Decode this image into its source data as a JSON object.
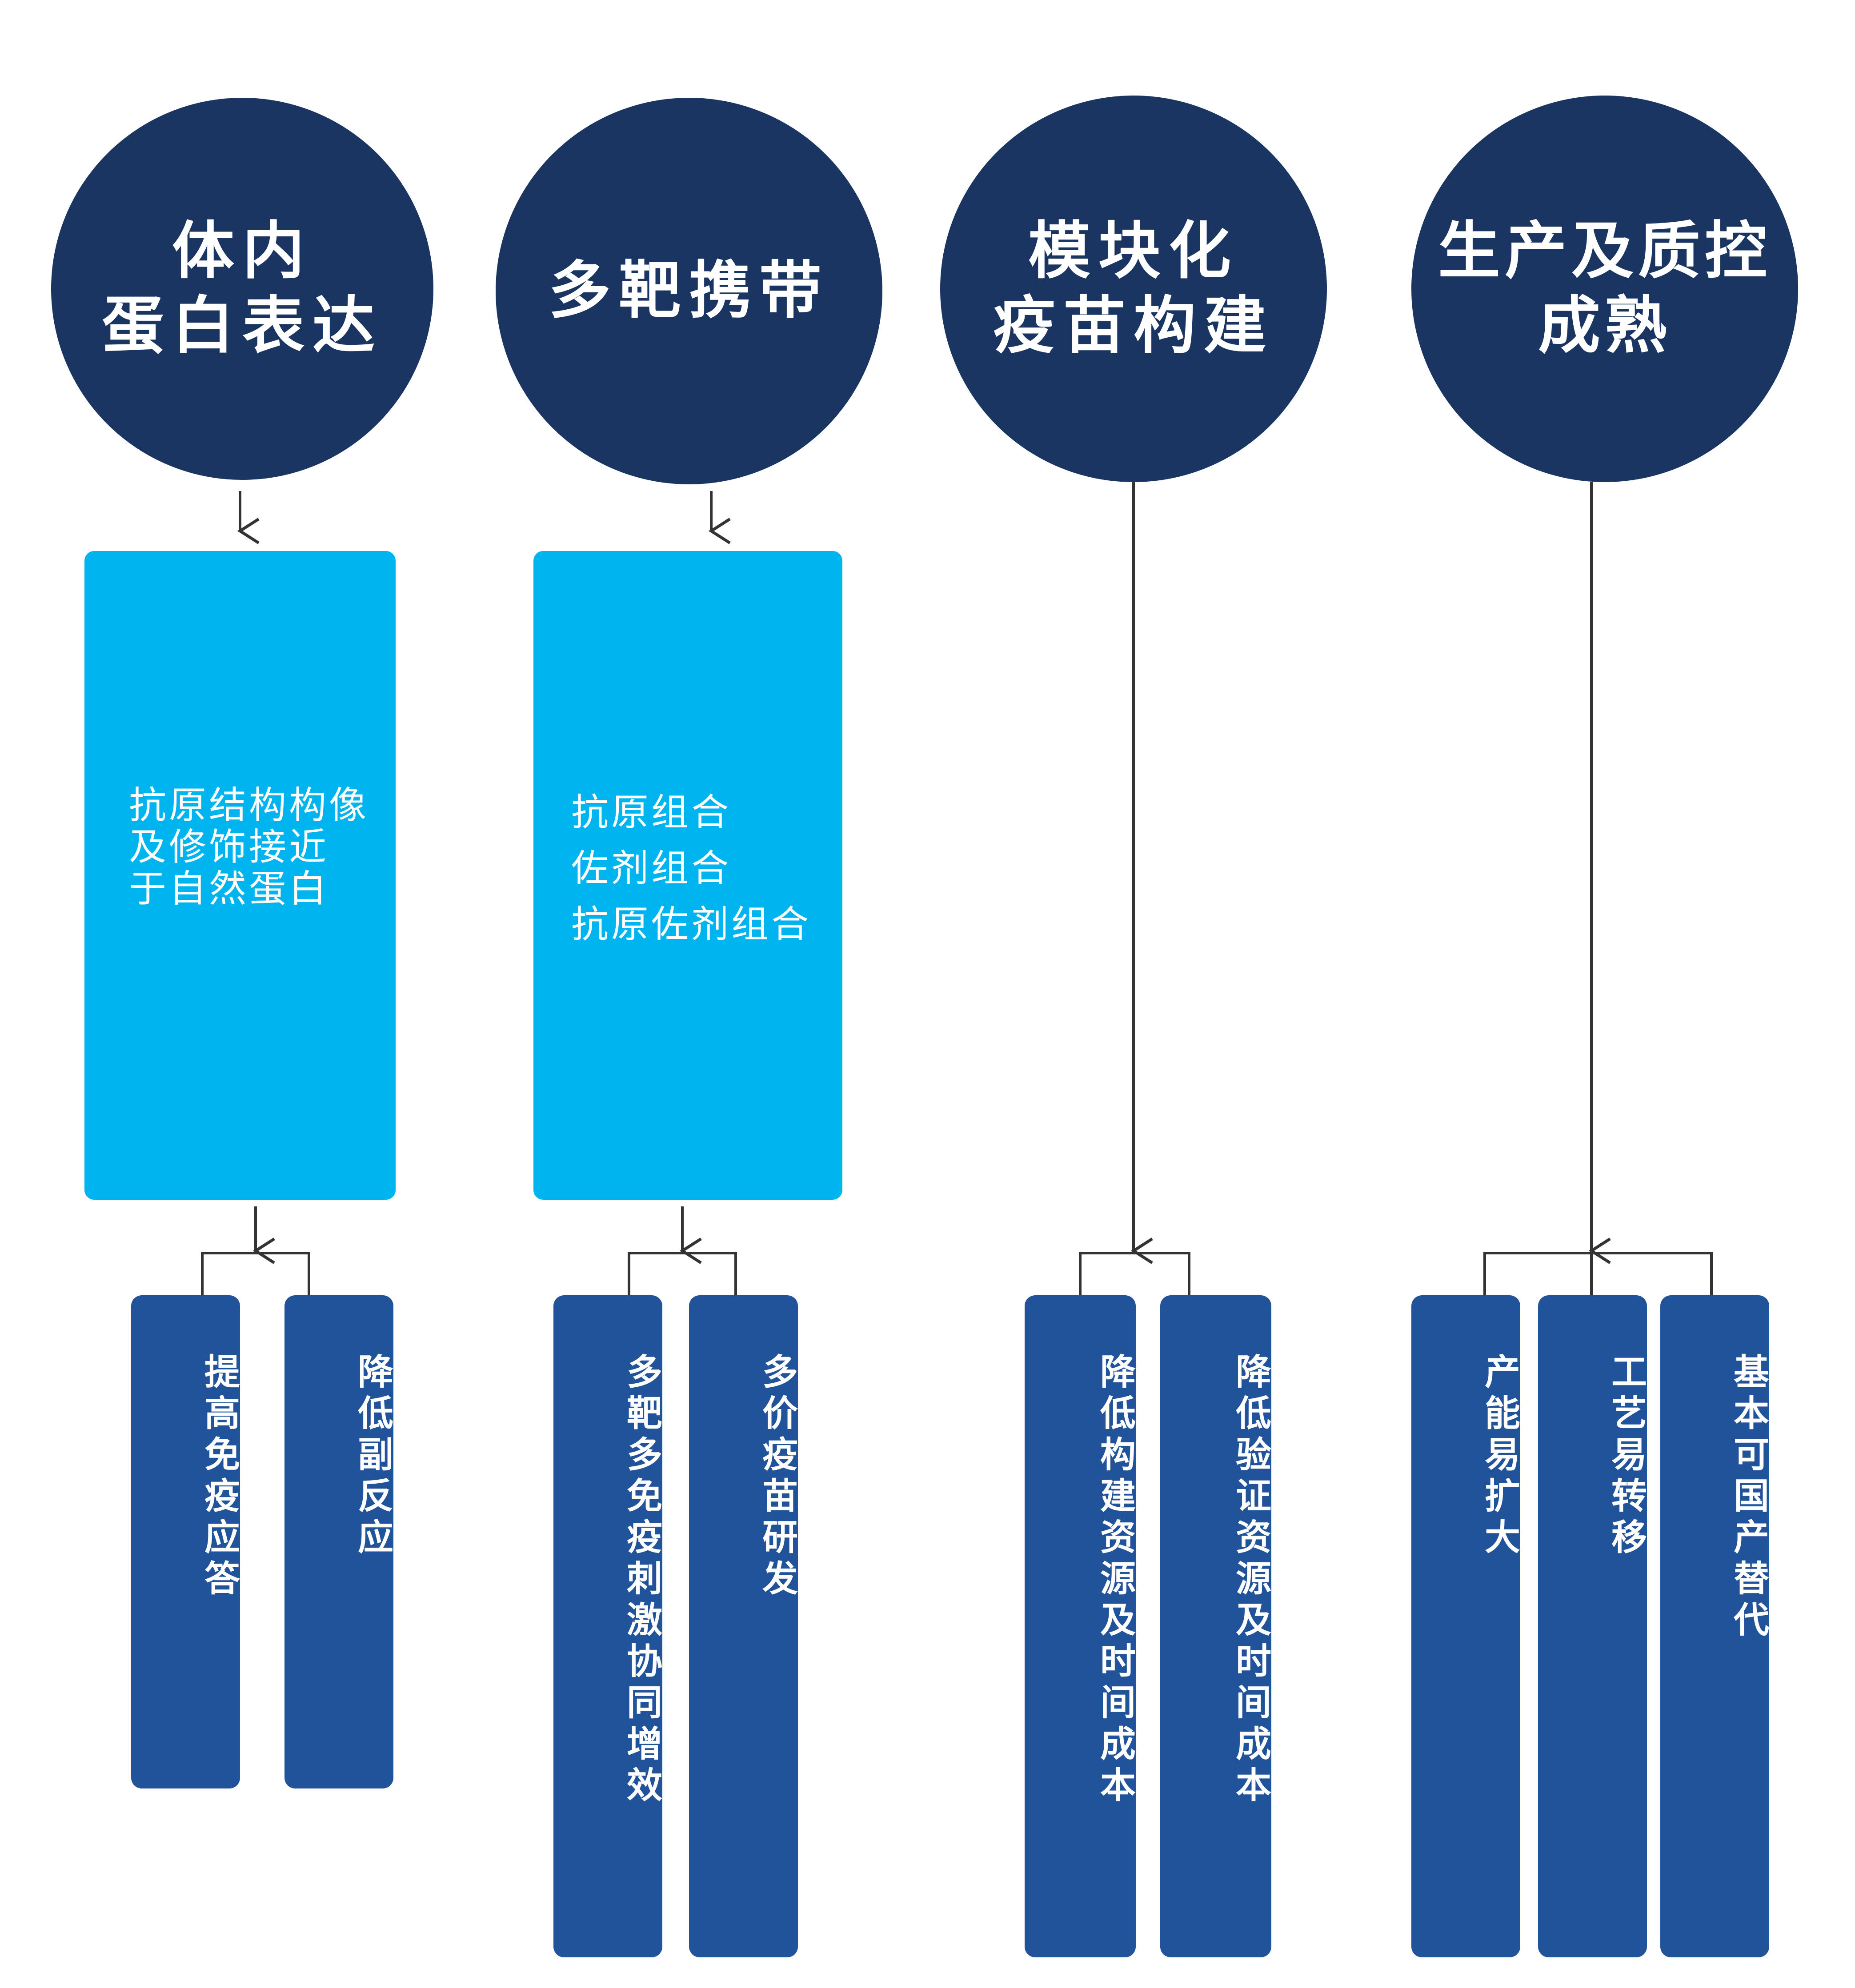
{
  "colors": {
    "circle": "#1a3561",
    "mid_box": "#00b4f0",
    "leaf_box": "#21539b",
    "connector": "#333333"
  },
  "columns": [
    {
      "circle_lines": [
        "体内",
        "蛋白表达"
      ],
      "box_lines": [
        "抗原结构构像",
        "及修饰接近",
        "于自然蛋白"
      ],
      "leaves": [
        "提高免疫应答",
        "降低副反应"
      ]
    },
    {
      "circle_lines": [
        "多靶携带"
      ],
      "box_lines": [
        "抗原组合",
        "佐剂组合",
        "抗原佐剂组合"
      ],
      "leaves": [
        "多靶多免疫刺激协同增效",
        "多价疫苗研发"
      ]
    },
    {
      "circle_lines": [
        "模块化",
        "疫苗构建"
      ],
      "leaves": [
        "降低构建资源及时间成本",
        "降低验证资源及时间成本"
      ]
    },
    {
      "circle_lines": [
        "生产及质控",
        "成熟"
      ],
      "leaves": [
        "产能易扩大",
        "工艺易转移",
        "基本可国产替代"
      ]
    }
  ]
}
